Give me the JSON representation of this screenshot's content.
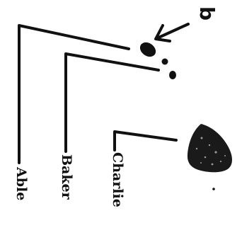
{
  "diagram": {
    "labels": {
      "able": "Able",
      "baker": "Baker",
      "charlie": "Charlie"
    },
    "mark": "b",
    "ink_color": "#111111",
    "background": "#ffffff"
  }
}
